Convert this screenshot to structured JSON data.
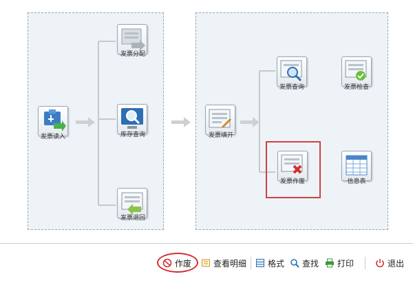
{
  "left_flow": {
    "invoice_read": "发票读入",
    "invoice_allocate": "发票分配",
    "inventory_query": "库存查询",
    "invoice_return": "发票退回"
  },
  "right_flow": {
    "invoice_issue": "发票填开",
    "invoice_query": "发票查询",
    "invoice_check": "发票检查",
    "invoice_void": "发票作废",
    "info_table": "信息表"
  },
  "toolbar": {
    "void_label": "作废",
    "view_detail_label": "查看明细",
    "format_label": "格式",
    "search_label": "查找",
    "print_label": "打印",
    "exit_label": "退出"
  },
  "colors": {
    "highlight": "#d04040",
    "panel_bg": "#eef3f8",
    "arrow": "#c8c8c8",
    "accent_green": "#3a9a3a",
    "accent_blue": "#2f6fb0"
  }
}
